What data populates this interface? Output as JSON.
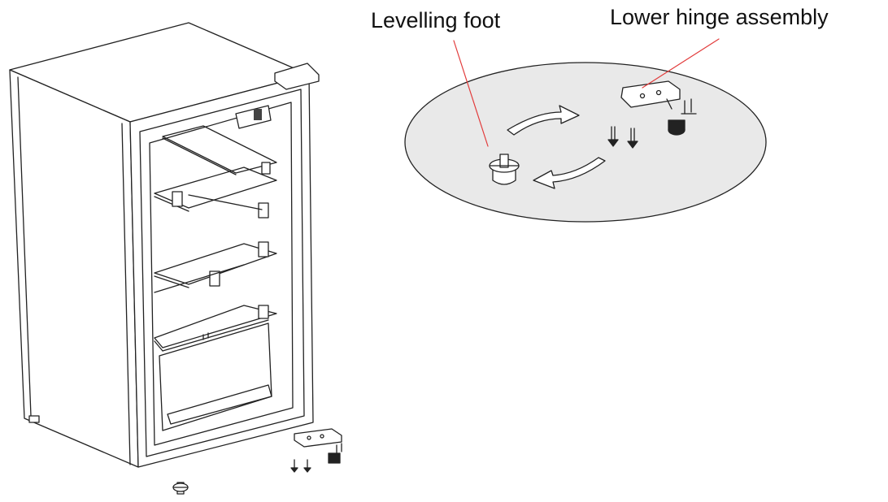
{
  "labels": {
    "levelling_foot": "Levelling foot",
    "lower_hinge_assembly": "Lower hinge assembly"
  },
  "colors": {
    "line": "#222222",
    "leader": "#e23b3b",
    "callout_fill": "#e9e9e9",
    "arrow_fill": "#ffffff"
  },
  "icons": [
    "fridge-cabinet",
    "levelling-foot-icon",
    "lower-hinge-icon",
    "screw-icon",
    "rotate-arrow-icon"
  ]
}
